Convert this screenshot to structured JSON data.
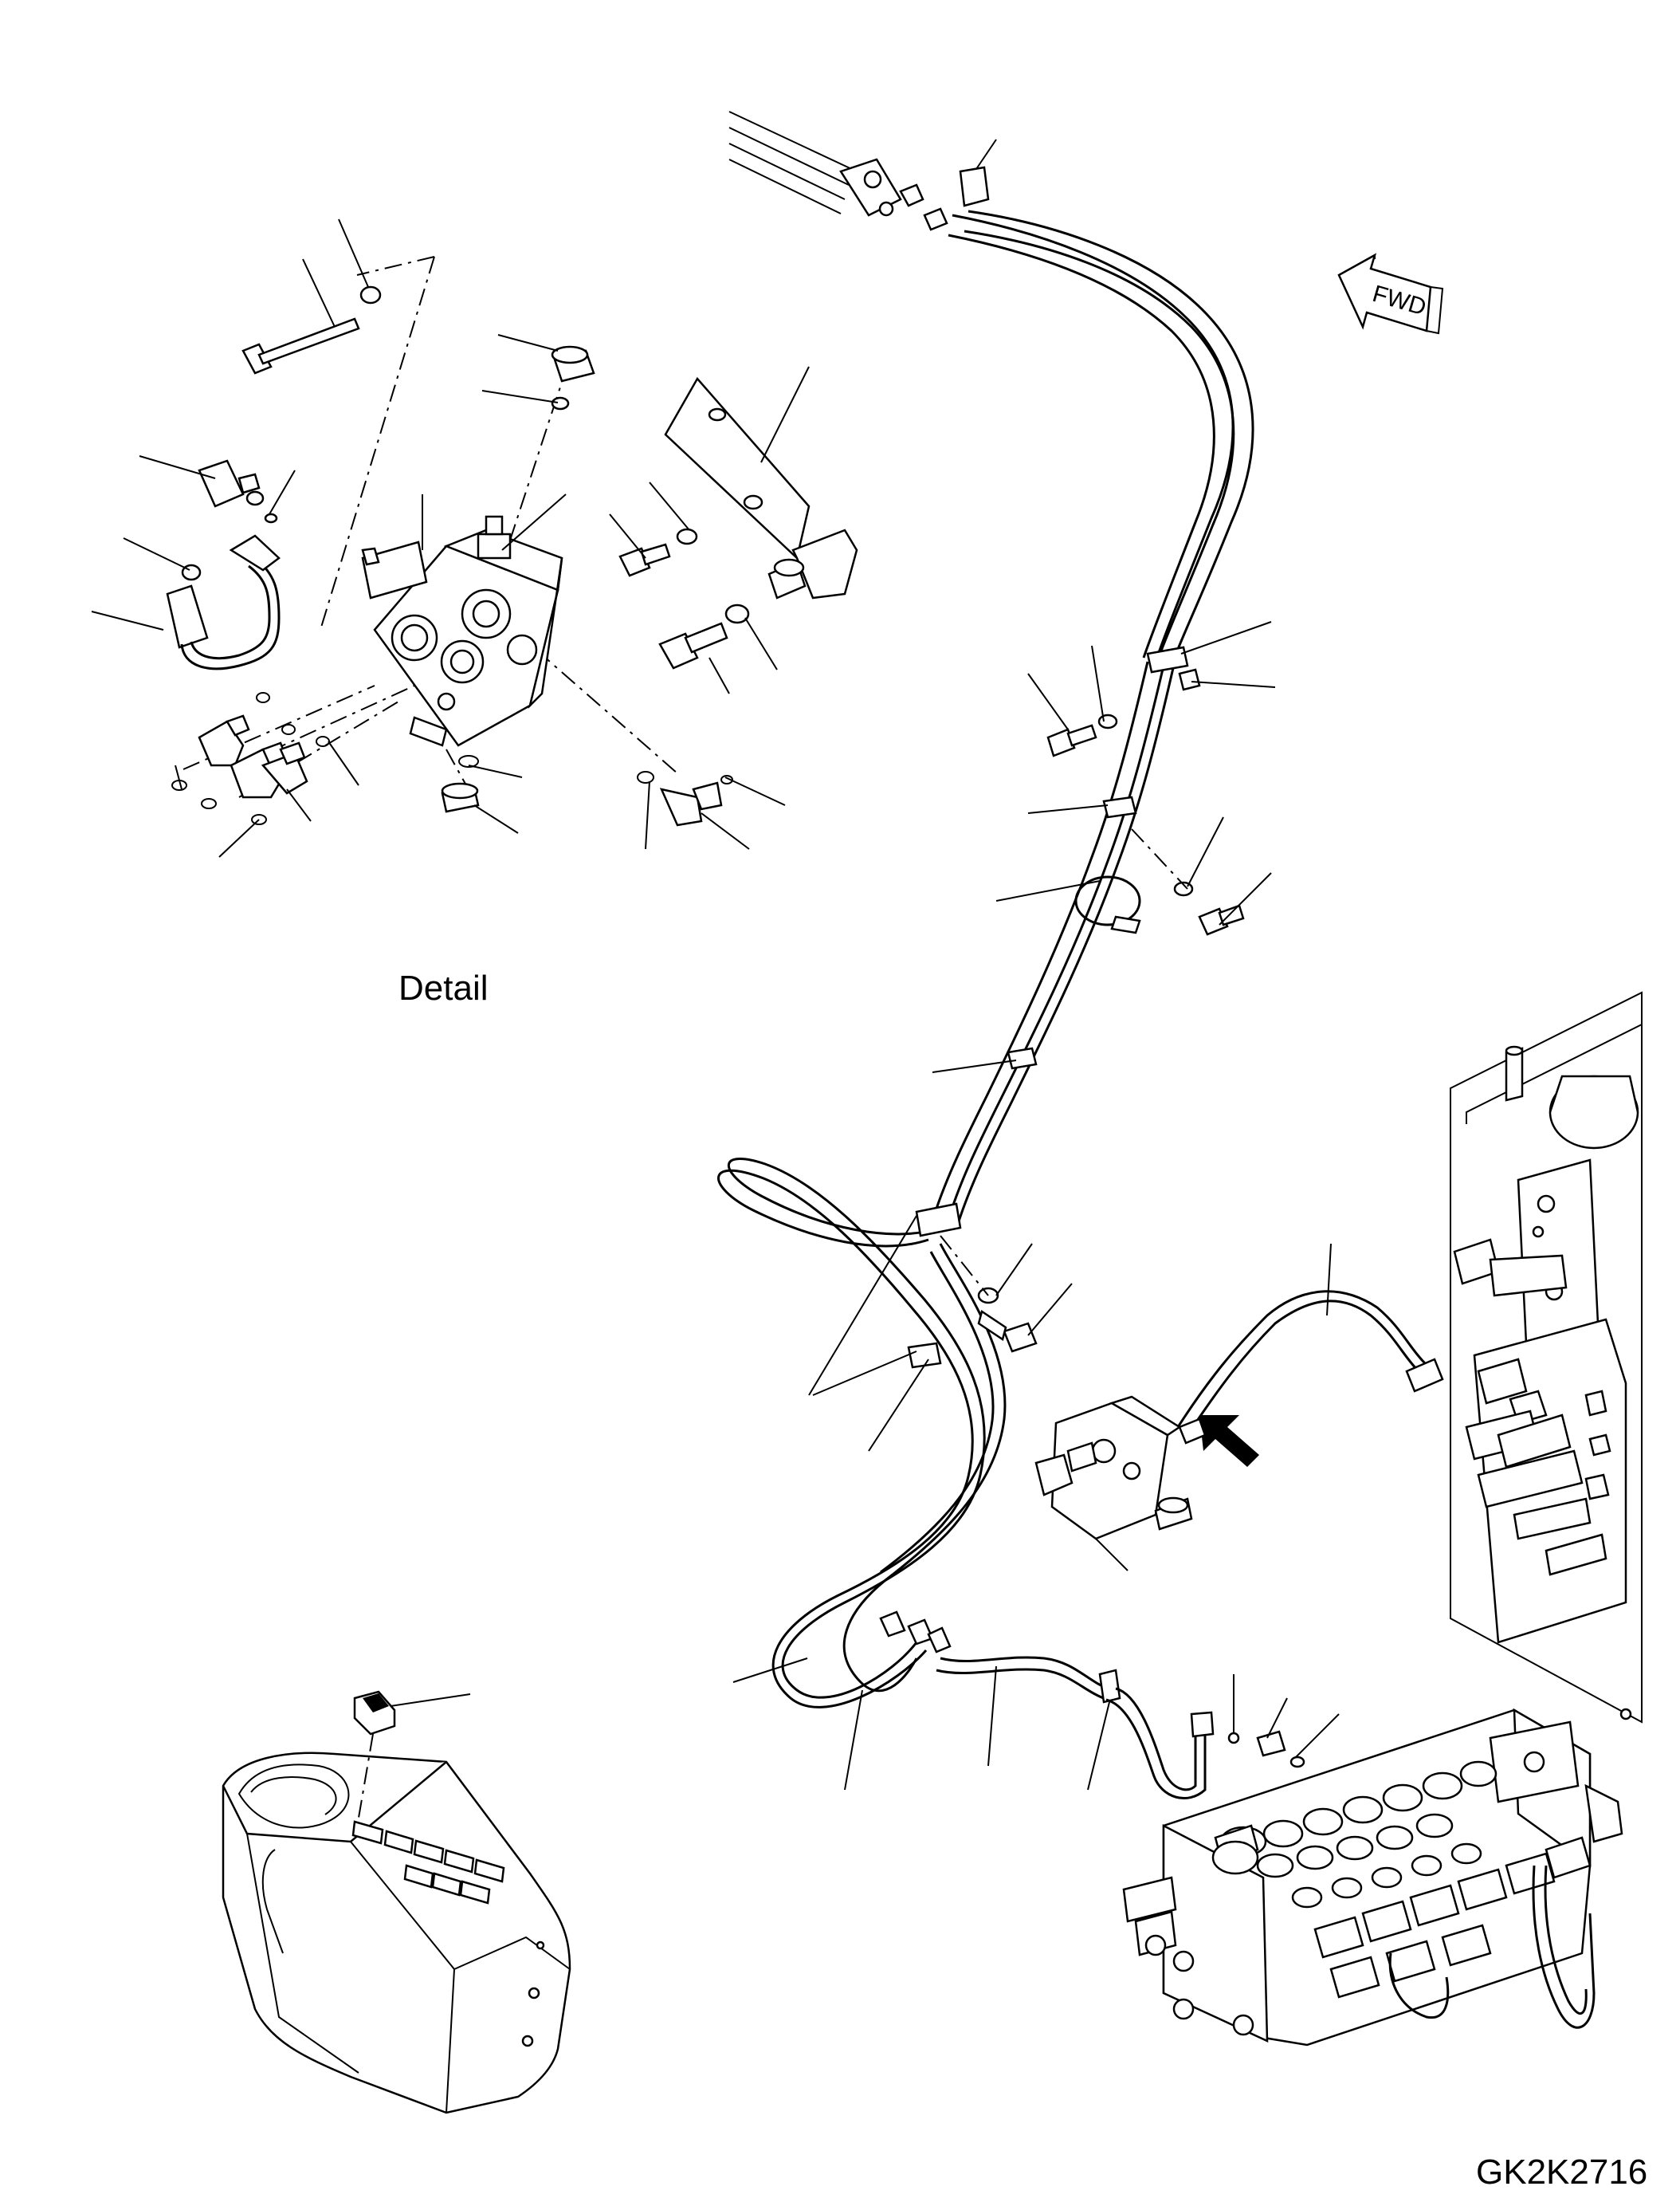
{
  "diagram": {
    "detail_label": "Detail",
    "fwd_label": "FWD",
    "drawing_code": "GK2K2716"
  }
}
